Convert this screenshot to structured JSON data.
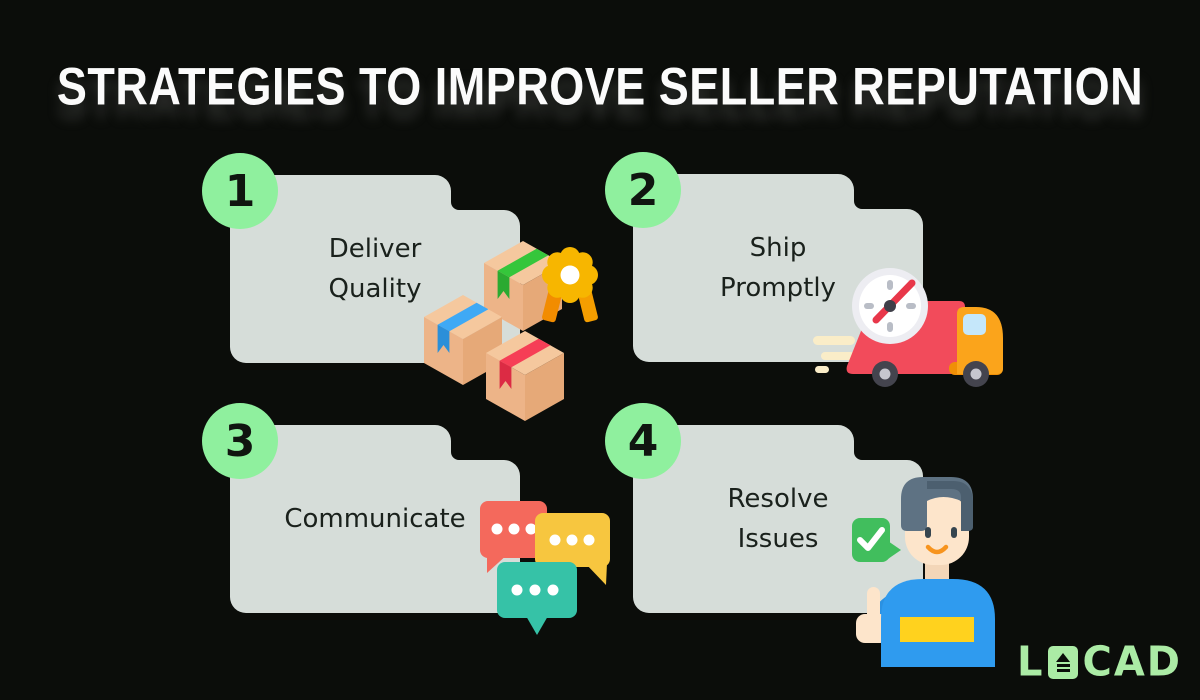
{
  "title": "STRATEGIES TO IMPROVE SELLER REPUTATION",
  "cards": [
    {
      "number": "1",
      "label": "Deliver\nQuality",
      "icon": "packages-award-icon"
    },
    {
      "number": "2",
      "label": "Ship\nPromptly",
      "icon": "delivery-truck-clock-icon"
    },
    {
      "number": "3",
      "label": "Communicate",
      "icon": "chat-bubbles-icon"
    },
    {
      "number": "4",
      "label": "Resolve\nIssues",
      "icon": "person-thumbs-up-icon"
    }
  ],
  "logo": {
    "name": "LOCAD",
    "prefix": "L",
    "suffix": "CAD"
  },
  "colors": {
    "background": "#0B0D0A",
    "card_fill": "#D6DDD9",
    "number_badge": "#8FF09E",
    "card_text": "#1A211C",
    "title_text": "#FBFBFB",
    "logo_green": "#ABEBA5",
    "bubble_red": "#F4695C",
    "bubble_yellow": "#F7C63F",
    "bubble_teal": "#36C2A7",
    "truck_red": "#F24B5B",
    "truck_orange": "#FBA41B",
    "check_green": "#41BE5D",
    "shirt_blue": "#2F9BEF",
    "award_yellow": "#F7B600"
  }
}
